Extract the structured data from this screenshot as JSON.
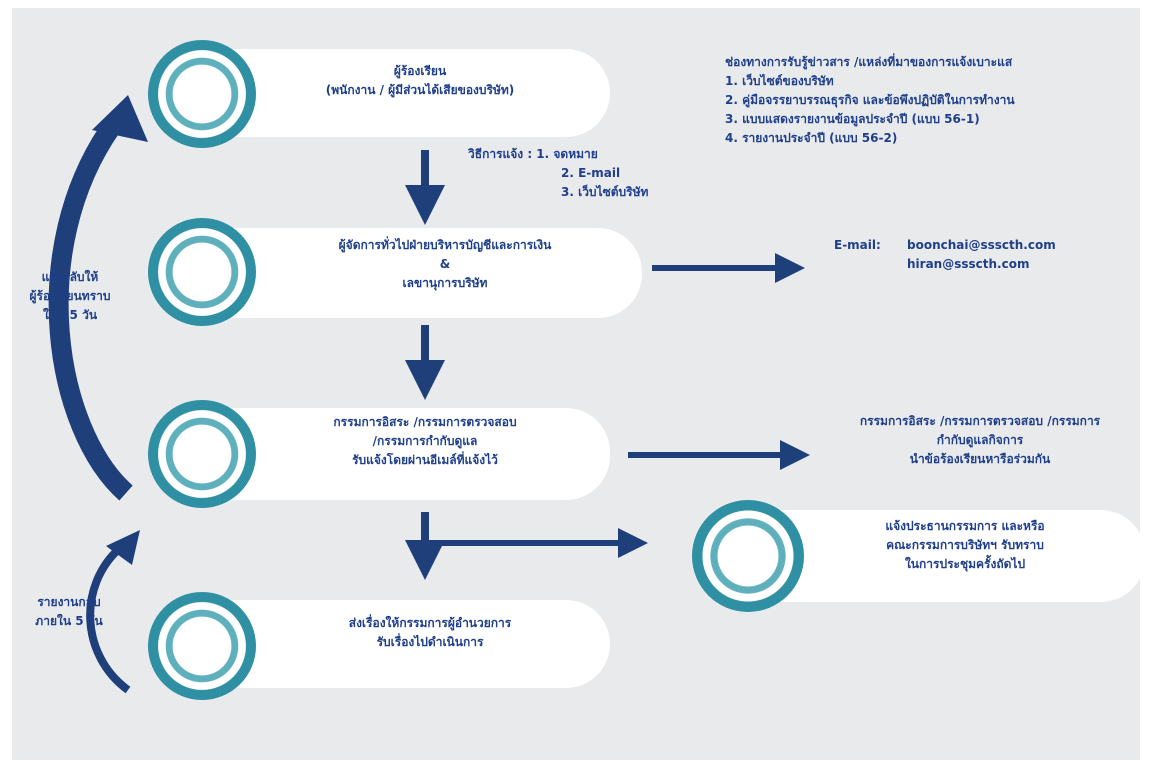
{
  "nodes": [
    {
      "line1": "ผู้ร้องเรียน",
      "line2": "(พนักงาน / ผู้มีส่วนได้เสียของบริษัท)"
    },
    {
      "line1": "ผู้จัดการทั่วไปฝ่ายบริหารบัญชีและการเงิน",
      "line2": "&",
      "line3": "เลขานุการบริษัท"
    },
    {
      "line1": "กรรมการอิสระ /กรรมการตรวจสอบ",
      "line2": "/กรรมการกำกับดูแล",
      "line3": "รับแจ้งโดยผ่านอีเมล์ที่แจ้งไว้"
    },
    {
      "line1": "ส่งเรื่องให้กรรมการผู้อำนวยการ",
      "line2": "รับเรื่องไปดำเนินการ"
    },
    {
      "line1": "แจ้งประธานกรรมการ และหรือ",
      "line2": "คณะกรรมการบริษัทฯ รับทราบ",
      "line3": "ในการประชุมครั้งถัดไป"
    }
  ],
  "methods": [
    "วิธีการแจ้ง :  1. จดหมาย",
    "2. E-mail",
    "3. เว็บไซต์บริษัท"
  ],
  "channels": {
    "title": "ช่องทางการรับรู้ข่าวสาร /แหล่งที่มาของการแจ้งเบาะแส",
    "items": [
      "1.  เว็บไซต์ของบริษัท",
      "2.  คู่มือจรรยาบรรณธุรกิจ และข้อพึงปฏิบัติในการทำงาน",
      "3.  แบบแสดงรายงานข้อมูลประจำปี (แบบ 56-1)",
      "4.  รายงานประจำปี (แบบ 56-2)"
    ]
  },
  "email": {
    "label": "E-mail:",
    "addresses": [
      "boonchai@ssscth.com",
      "hiran@ssscth.com"
    ]
  },
  "board_consider": [
    "กรรมการอิสระ /กรรมการตรวจสอบ /กรรมการ",
    "กำกับดูแลกิจการ",
    "นำข้อร้องเรียนหารือร่วมกัน"
  ],
  "left_labels": {
    "reply_15": [
      "แจ้งกลับให้",
      "ผู้ร้องเรียนทราบ",
      "ใน 15 วัน"
    ],
    "report_5": [
      "รายงานกลับ",
      "ภายใน 5 วัน"
    ]
  }
}
